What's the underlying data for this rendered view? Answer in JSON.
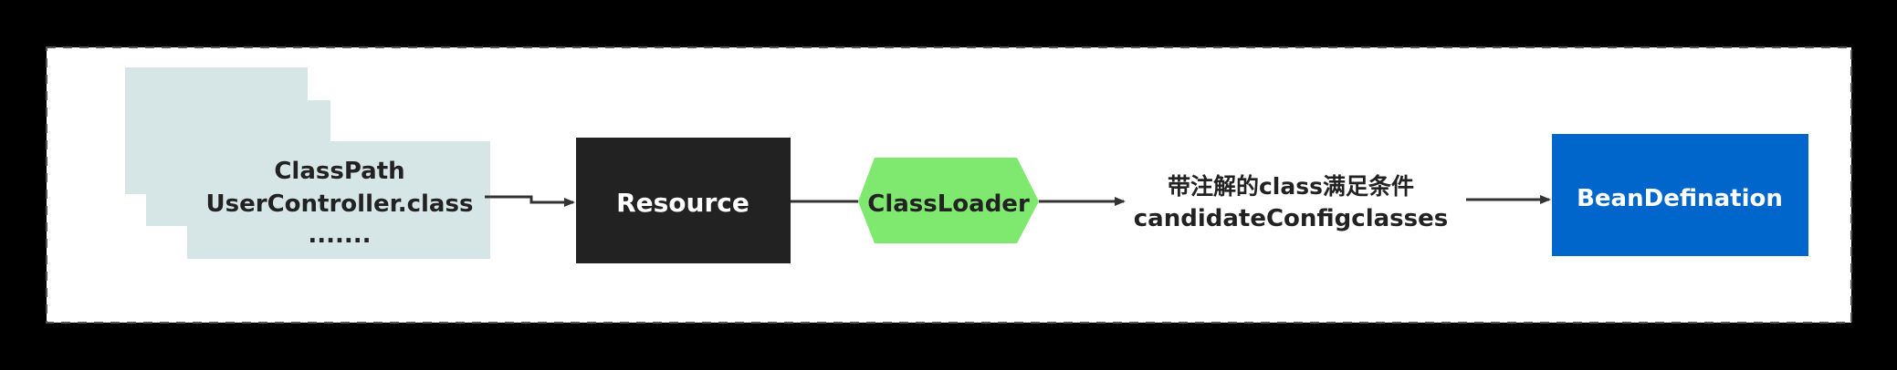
{
  "colors": {
    "background": "#000000",
    "panel": "#ffffff",
    "panel_border": "#555555",
    "classpath_fill": "#d6e6e6",
    "resource_fill": "#222222",
    "classloader_fill": "#7ee86f",
    "bean_fill": "#0066cc",
    "arrow": "#333333",
    "text_dark": "#222222",
    "text_light": "#ffffff"
  },
  "nodes": {
    "classpath": {
      "line1": "ClassPath",
      "line2": "UserController.class",
      "line3": "......."
    },
    "resource": {
      "label": "Resource"
    },
    "classloader": {
      "label": "ClassLoader"
    },
    "candidate": {
      "line1": "带注解的class满足条件",
      "line2": "candidateConfigclasses"
    },
    "bean": {
      "label": "BeanDefination"
    }
  }
}
